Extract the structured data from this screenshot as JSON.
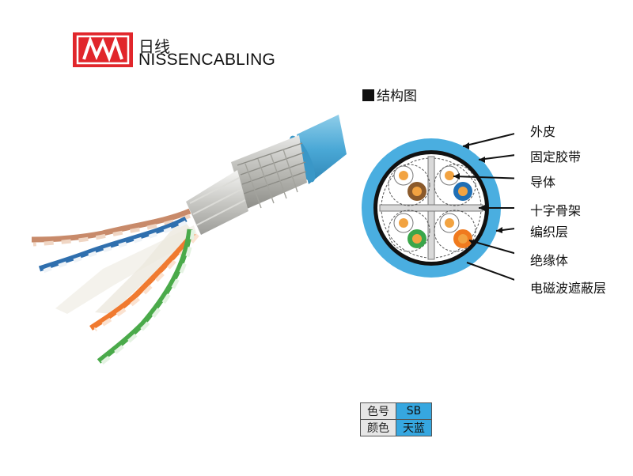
{
  "brand": {
    "name_cn": "日线",
    "name_en": "NISSENCABLING",
    "color": "#e1262b"
  },
  "diagram": {
    "title": "结构图",
    "labels": {
      "outer_sheath": "外皮",
      "fixing_tape": "固定胶带",
      "conductor": "导体",
      "cross_filler": "十字骨架",
      "braid": "编织层",
      "insulation": "绝缘体",
      "emi_shield": "电磁波遮蔽层"
    },
    "sheath_color": "#4aaee0",
    "pair_colors": [
      "#8b5a2b",
      "#1f6fb5",
      "#3aa64a",
      "#f07a1e"
    ]
  },
  "color_table": {
    "rows": [
      {
        "key": "色号",
        "value": "SB"
      },
      {
        "key": "颜色",
        "value": "天蓝"
      }
    ],
    "swatch": "#36a7e0"
  }
}
